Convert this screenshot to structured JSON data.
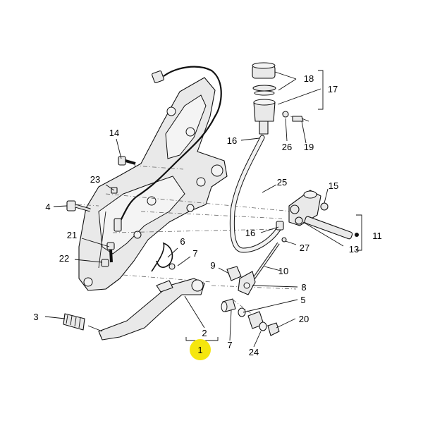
{
  "callouts": {
    "c1": "1",
    "c2": "2",
    "c3": "3",
    "c4": "4",
    "c5": "5",
    "c6": "6",
    "c7a": "7",
    "c7b": "7",
    "c8": "8",
    "c9": "9",
    "c10": "10",
    "c11": "11",
    "c13": "13",
    "c14": "14",
    "c15": "15",
    "c16a": "16",
    "c16b": "16",
    "c17": "17",
    "c18": "18",
    "c19": "19",
    "c20": "20",
    "c21": "21",
    "c22": "22",
    "c23": "23",
    "c24": "24",
    "c25": "25",
    "c26": "26",
    "c27": "27"
  },
  "colors": {
    "highlight": "#f5e60e",
    "ink": "#111111",
    "part_fill": "#e9e9e9"
  }
}
